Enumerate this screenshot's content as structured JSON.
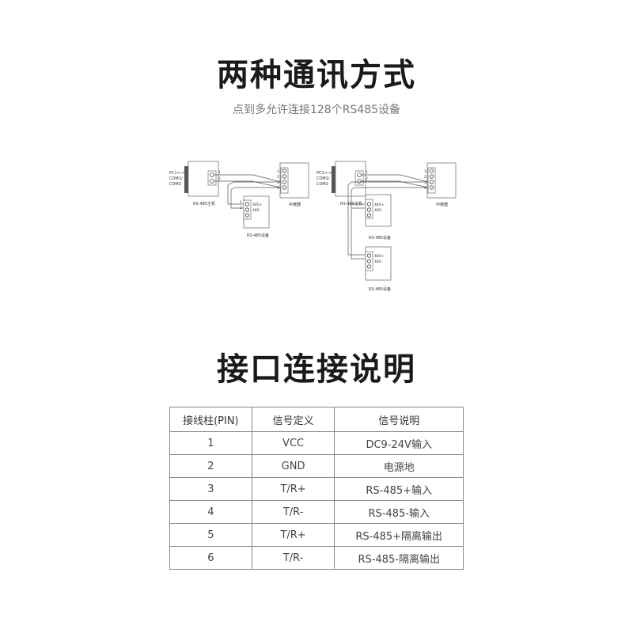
{
  "section1": {
    "title": "两种通讯方式",
    "subtitle": "点到多允许连接128个RS485设备"
  },
  "diagram_left": {
    "host_label_line1": "PC1<->",
    "host_label_line2": "COM1/",
    "host_label_line3": "COM2",
    "host_caption": "RS-485主机",
    "repeater_caption": "中继器",
    "device_caption": "RS-485设备",
    "pin1": "1",
    "pin2": "2",
    "pin3": "3",
    "pin4": "4",
    "dev_a": "485+",
    "dev_b": "485-"
  },
  "diagram_right": {
    "host_label_line1": "PC1<->",
    "host_label_line2": "COM1/",
    "host_label_line3": "COM2",
    "host_caption": "RS-485主机",
    "repeater_caption": "中继器",
    "device1_caption": "RS-485设备",
    "device2_caption": "RS-485设备",
    "pin1": "1",
    "pin2": "2",
    "pin3": "3",
    "pin4": "4",
    "dev_a": "485+",
    "dev_b": "485-"
  },
  "section2": {
    "title": "接口连接说明"
  },
  "table": {
    "headers": [
      "接线柱(PIN)",
      "信号定义",
      "信号说明"
    ],
    "rows": [
      [
        "1",
        "VCC",
        "DC9-24V输入"
      ],
      [
        "2",
        "GND",
        "电源地"
      ],
      [
        "3",
        "T/R+",
        "RS-485+输入"
      ],
      [
        "4",
        "T/R-",
        "RS-485-输入"
      ],
      [
        "5",
        "T/R+",
        "RS-485+隔离输出"
      ],
      [
        "6",
        "T/R-",
        "RS-485-隔离输出"
      ]
    ]
  }
}
